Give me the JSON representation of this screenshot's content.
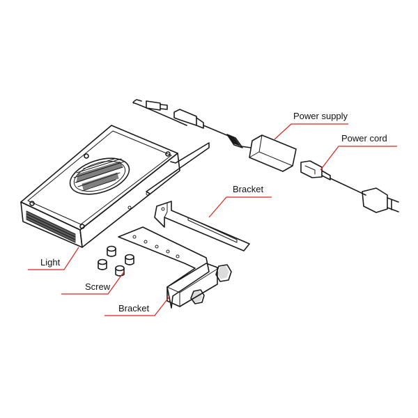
{
  "labels": {
    "power_supply": "Power supply",
    "power_cord": "Power cord",
    "bracket_top": "Bracket",
    "light": "Light",
    "screw": "Screw",
    "bracket_bottom": "Bracket"
  },
  "colors": {
    "leader": "#e0201c",
    "ink": "#1a1a1a",
    "background": "#ffffff"
  }
}
